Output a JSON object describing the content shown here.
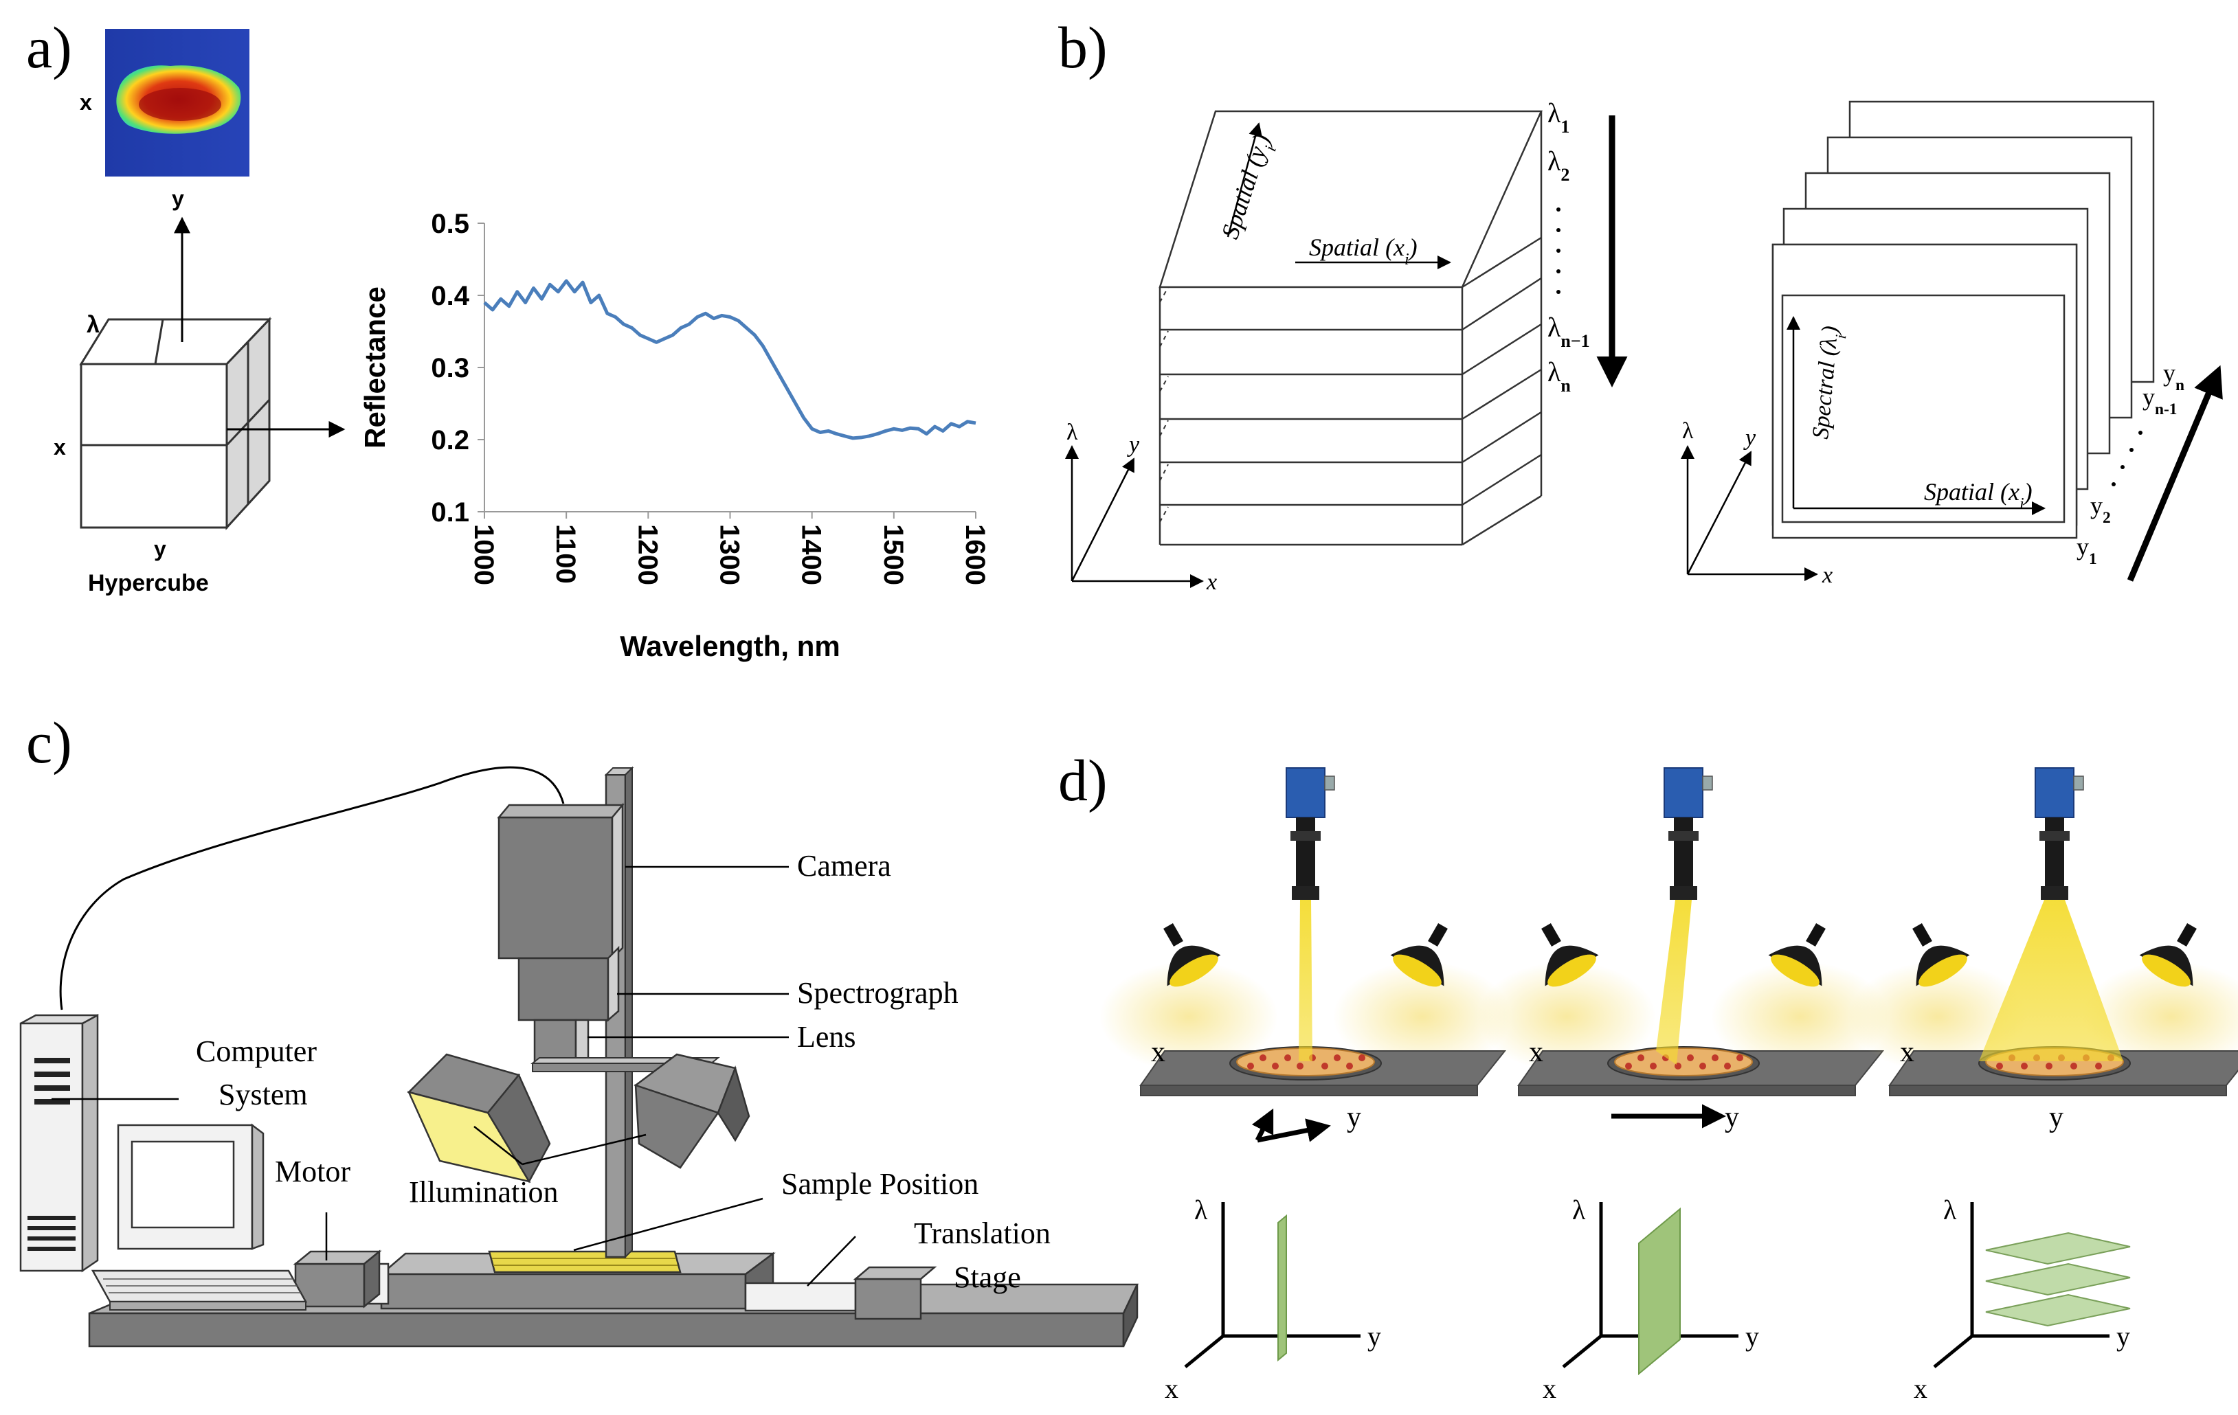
{
  "panels": {
    "a": "a)",
    "b": "b)",
    "c": "c)",
    "d": "d)"
  },
  "panel_a": {
    "image_axis_x": "x",
    "image_axis_y": "y",
    "cube_lambda": "λ",
    "cube_x": "x",
    "cube_y": "y",
    "cube_caption": "Hypercube"
  },
  "chart_data": {
    "type": "line",
    "xlabel": "Wavelength, nm",
    "ylabel": "Reflectance",
    "xlim": [
      1000,
      1600
    ],
    "ylim": [
      0.1,
      0.5
    ],
    "xticks": [
      "1000",
      "1100",
      "1200",
      "1300",
      "1400",
      "1500",
      "1600"
    ],
    "yticks": [
      "0.1",
      "0.2",
      "0.3",
      "0.4",
      "0.5"
    ],
    "grid": false,
    "series_color": "#4a7ebb",
    "x": [
      1000,
      1010,
      1020,
      1030,
      1040,
      1050,
      1060,
      1070,
      1080,
      1090,
      1100,
      1110,
      1120,
      1130,
      1140,
      1150,
      1160,
      1170,
      1180,
      1190,
      1200,
      1210,
      1220,
      1230,
      1240,
      1250,
      1260,
      1270,
      1280,
      1290,
      1300,
      1310,
      1320,
      1330,
      1340,
      1350,
      1360,
      1370,
      1380,
      1390,
      1400,
      1410,
      1420,
      1430,
      1440,
      1450,
      1460,
      1470,
      1480,
      1490,
      1500,
      1510,
      1520,
      1530,
      1540,
      1550,
      1560,
      1570,
      1580,
      1590,
      1600
    ],
    "y": [
      0.39,
      0.38,
      0.395,
      0.385,
      0.405,
      0.39,
      0.41,
      0.395,
      0.415,
      0.405,
      0.42,
      0.405,
      0.418,
      0.39,
      0.4,
      0.375,
      0.37,
      0.36,
      0.355,
      0.345,
      0.34,
      0.335,
      0.34,
      0.345,
      0.355,
      0.36,
      0.37,
      0.375,
      0.368,
      0.372,
      0.37,
      0.365,
      0.355,
      0.345,
      0.33,
      0.31,
      0.29,
      0.27,
      0.25,
      0.23,
      0.215,
      0.21,
      0.212,
      0.208,
      0.205,
      0.202,
      0.203,
      0.205,
      0.208,
      0.212,
      0.215,
      0.213,
      0.216,
      0.215,
      0.208,
      0.218,
      0.212,
      0.222,
      0.218,
      0.225,
      0.223
    ]
  },
  "panel_b": {
    "left": {
      "spatial_y": "Spatial (y",
      "spatial_y_sub": "i",
      "spatial_x": "Spatial (x",
      "spatial_x_sub": "i",
      "close_paren": ")",
      "bands": [
        {
          "base": "λ",
          "sub": "1"
        },
        {
          "base": "λ",
          "sub": "2"
        },
        {
          "base": "λ",
          "sub": "n−1"
        },
        {
          "base": "λ",
          "sub": "n"
        }
      ],
      "axis_lambda": "λ",
      "axis_y": "y",
      "axis_x": "x"
    },
    "right": {
      "spectral": "Spectral (λ",
      "spectral_sub": "i",
      "spatial_x": "Spatial (x",
      "spatial_x_sub": "i",
      "close_paren": ")",
      "lines": [
        {
          "base": "y",
          "sub": "n"
        },
        {
          "base": "y",
          "sub": "n-1"
        },
        {
          "base": "y",
          "sub": "2"
        },
        {
          "base": "y",
          "sub": "1"
        }
      ],
      "axis_lambda": "λ",
      "axis_y": "y",
      "axis_x": "x"
    }
  },
  "panel_c": {
    "labels": {
      "camera": "Camera",
      "spectrograph": "Spectrograph",
      "lens": "Lens",
      "computer_line1": "Computer",
      "computer_line2": "System",
      "motor": "Motor",
      "illumination": "Illumination",
      "sample": "Sample Position",
      "translation_line1": "Translation",
      "translation_line2": "Stage"
    }
  },
  "panel_d": {
    "scenes": [
      {
        "axis_x": "x",
        "axis_y": "y",
        "plot_lambda": "λ",
        "plot_x": "x",
        "plot_y": "y"
      },
      {
        "axis_x": "x",
        "axis_y": "y",
        "plot_lambda": "λ",
        "plot_x": "x",
        "plot_y": "y"
      },
      {
        "axis_x": "x",
        "axis_y": "y",
        "plot_lambda": "λ",
        "plot_x": "x",
        "plot_y": "y"
      }
    ]
  },
  "colors": {
    "heatmap_bg": "#1f3aa8",
    "camera_blue": "#2a5db0",
    "light_yellow": "#f2d21a",
    "sample_yellow": "#e8d84a",
    "plane_green": "#9fc47a",
    "equipment_grey": "#8a8a8a"
  }
}
